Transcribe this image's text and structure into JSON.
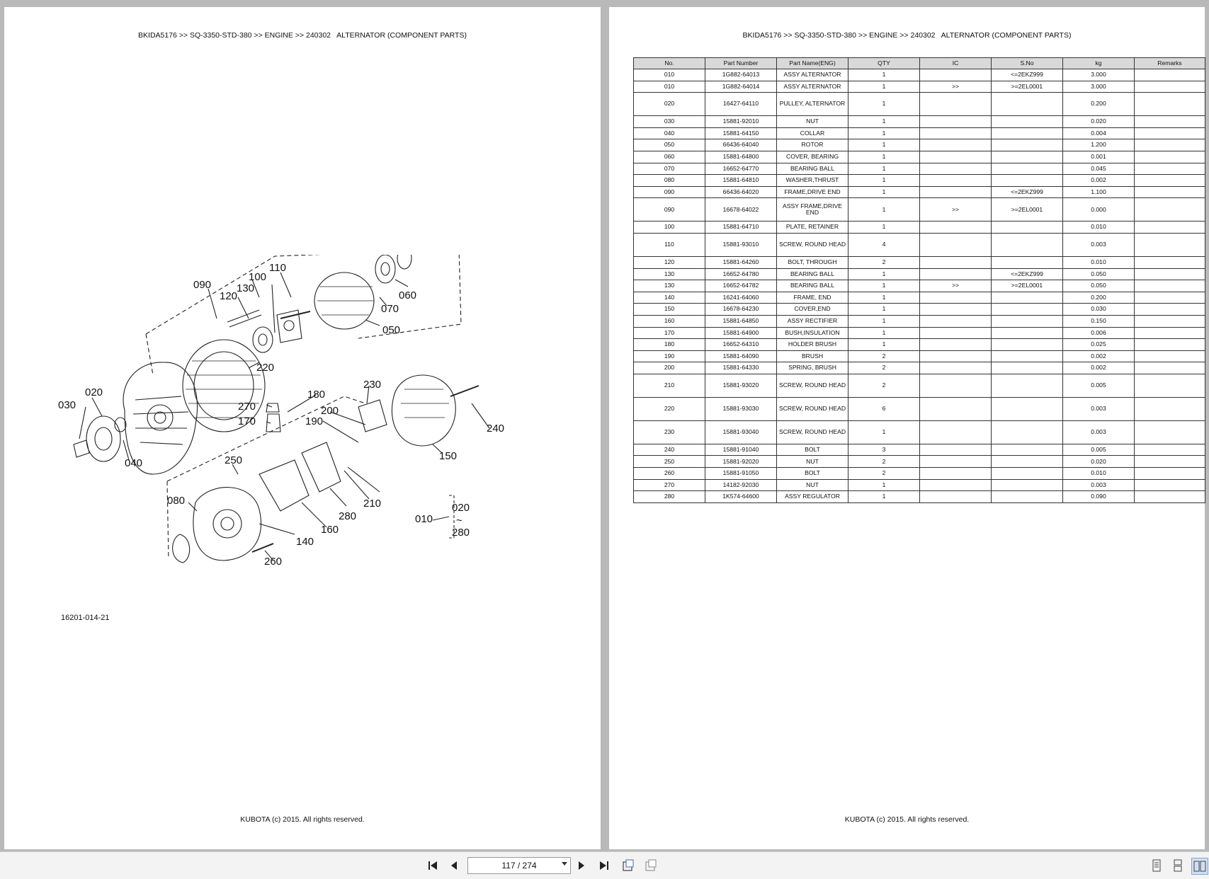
{
  "document": {
    "breadcrumb": "BKIDA5176 >> SQ-3350-STD-380 >> ENGINE >> 240302   ALTERNATOR (COMPONENT PARTS)",
    "footer": "KUBOTA (c) 2015. All rights reserved.",
    "figure_code": "16201-014-21"
  },
  "diagram": {
    "labels": [
      "110",
      "090",
      "100",
      "130",
      "120",
      "060",
      "070",
      "050",
      "220",
      "020",
      "030",
      "270",
      "170",
      "180",
      "200",
      "190",
      "230",
      "040",
      "240",
      "150",
      "250",
      "080",
      "280",
      "210",
      "160",
      "140",
      "260",
      "010",
      "020",
      "~",
      "280"
    ]
  },
  "table": {
    "headers": [
      "No.",
      "Part Number",
      "Part Name(ENG)",
      "QTY",
      "IC",
      "S.No",
      "kg",
      "Remarks"
    ],
    "rows": [
      [
        "010",
        "1G882-64013",
        "ASSY ALTERNATOR",
        "1",
        "",
        "<=2EKZ999",
        "3.000",
        ""
      ],
      [
        "010",
        "1G882-64014",
        "ASSY ALTERNATOR",
        "1",
        ">>",
        ">=2EL0001",
        "3.000",
        ""
      ],
      [
        "020",
        "16427-64110",
        "PULLEY, ALTERNATOR",
        "1",
        "",
        "",
        "0.200",
        ""
      ],
      [
        "030",
        "15881-92010",
        "NUT",
        "1",
        "",
        "",
        "0.020",
        ""
      ],
      [
        "040",
        "15881-64150",
        "COLLAR",
        "1",
        "",
        "",
        "0.004",
        ""
      ],
      [
        "050",
        "66436-64040",
        "ROTOR",
        "1",
        "",
        "",
        "1.200",
        ""
      ],
      [
        "060",
        "15881-64800",
        "COVER, BEARING",
        "1",
        "",
        "",
        "0.001",
        ""
      ],
      [
        "070",
        "16652-64770",
        "BEARING BALL",
        "1",
        "",
        "",
        "0.045",
        ""
      ],
      [
        "080",
        "15881-64810",
        "WASHER,THRUST",
        "1",
        "",
        "",
        "0.002",
        ""
      ],
      [
        "090",
        "66436-64020",
        "FRAME,DRIVE END",
        "1",
        "",
        "<=2EKZ999",
        "1.100",
        ""
      ],
      [
        "090",
        "16678-64022",
        "ASSY FRAME,DRIVE END",
        "1",
        ">>",
        ">=2EL0001",
        "0.000",
        ""
      ],
      [
        "100",
        "15881-64710",
        "PLATE, RETAINER",
        "1",
        "",
        "",
        "0.010",
        ""
      ],
      [
        "110",
        "15881-93010",
        "SCREW, ROUND HEAD",
        "4",
        "",
        "",
        "0.003",
        ""
      ],
      [
        "120",
        "15881-64260",
        "BOLT, THROUGH",
        "2",
        "",
        "",
        "0.010",
        ""
      ],
      [
        "130",
        "16652-64780",
        "BEARING BALL",
        "1",
        "",
        "<=2EKZ999",
        "0.050",
        ""
      ],
      [
        "130",
        "16652-64782",
        "BEARING BALL",
        "1",
        ">>",
        ">=2EL0001",
        "0.050",
        ""
      ],
      [
        "140",
        "16241-64060",
        "FRAME, END",
        "1",
        "",
        "",
        "0.200",
        ""
      ],
      [
        "150",
        "16678-64230",
        "COVER,END",
        "1",
        "",
        "",
        "0.030",
        ""
      ],
      [
        "160",
        "15881-64850",
        "ASSY RECTIFIER",
        "1",
        "",
        "",
        "0.150",
        ""
      ],
      [
        "170",
        "15881-64900",
        "BUSH,INSULATION",
        "1",
        "",
        "",
        "0.006",
        ""
      ],
      [
        "180",
        "16652-64310",
        "HOLDER BRUSH",
        "1",
        "",
        "",
        "0.025",
        ""
      ],
      [
        "190",
        "15881-64090",
        "BRUSH",
        "2",
        "",
        "",
        "0.002",
        ""
      ],
      [
        "200",
        "15881-64330",
        "SPRING, BRUSH",
        "2",
        "",
        "",
        "0.002",
        ""
      ],
      [
        "210",
        "15881-93020",
        "SCREW, ROUND HEAD",
        "2",
        "",
        "",
        "0.005",
        ""
      ],
      [
        "220",
        "15881-93030",
        "SCREW, ROUND HEAD",
        "6",
        "",
        "",
        "0.003",
        ""
      ],
      [
        "230",
        "15881-93040",
        "SCREW, ROUND HEAD",
        "1",
        "",
        "",
        "0.003",
        ""
      ],
      [
        "240",
        "15881-91040",
        "BOLT",
        "3",
        "",
        "",
        "0.005",
        ""
      ],
      [
        "250",
        "15881-92020",
        "NUT",
        "2",
        "",
        "",
        "0.020",
        ""
      ],
      [
        "260",
        "15881-91050",
        "BOLT",
        "2",
        "",
        "",
        "0.010",
        ""
      ],
      [
        "270",
        "14182-92030",
        "NUT",
        "1",
        "",
        "",
        "0.003",
        ""
      ],
      [
        "280",
        "1K574-64600",
        "ASSY REGULATOR",
        "1",
        "",
        "",
        "0.090",
        ""
      ]
    ]
  },
  "toolbar": {
    "page_indicator": "117 / 274",
    "icons": [
      "first-page-icon",
      "prev-page-icon",
      "next-page-icon",
      "last-page-icon",
      "fit-page-icon",
      "fit-width-icon",
      "single-page-view-icon",
      "continuous-view-icon",
      "two-page-view-icon"
    ]
  }
}
